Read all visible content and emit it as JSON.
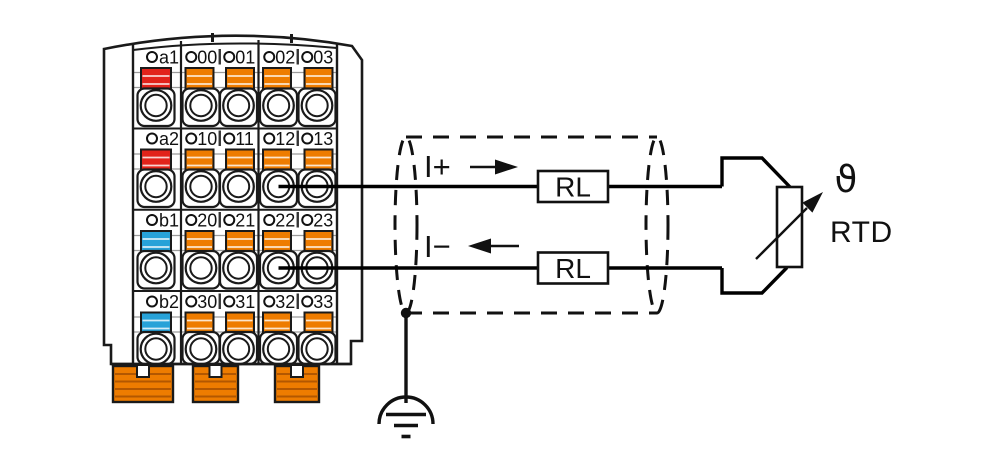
{
  "module": {
    "description": "4x4 terminal block with LED-labelled clamp points",
    "colors": {
      "red": "#e2231a",
      "orange": "#ee7c00",
      "blue": "#27a2d8",
      "outline": "#1a1a1a",
      "foot": "#ee7c00"
    },
    "rows": [
      {
        "side": {
          "label": "a1",
          "color": "red"
        },
        "pairs": [
          [
            "00",
            "01"
          ],
          [
            "02",
            "03"
          ]
        ]
      },
      {
        "side": {
          "label": "a2",
          "color": "red"
        },
        "pairs": [
          [
            "10",
            "11"
          ],
          [
            "12",
            "13"
          ]
        ]
      },
      {
        "side": {
          "label": "b1",
          "color": "blue"
        },
        "pairs": [
          [
            "20",
            "21"
          ],
          [
            "22",
            "23"
          ]
        ]
      },
      {
        "side": {
          "label": "b2",
          "color": "blue"
        },
        "pairs": [
          [
            "30",
            "31"
          ],
          [
            "32",
            "33"
          ]
        ]
      }
    ]
  },
  "wiring": {
    "plus_label": "I+",
    "minus_label": "I−",
    "line_resistance_top": "RL",
    "line_resistance_bottom": "RL"
  },
  "sensor": {
    "symbol": "ϑ",
    "label": "RTD"
  }
}
